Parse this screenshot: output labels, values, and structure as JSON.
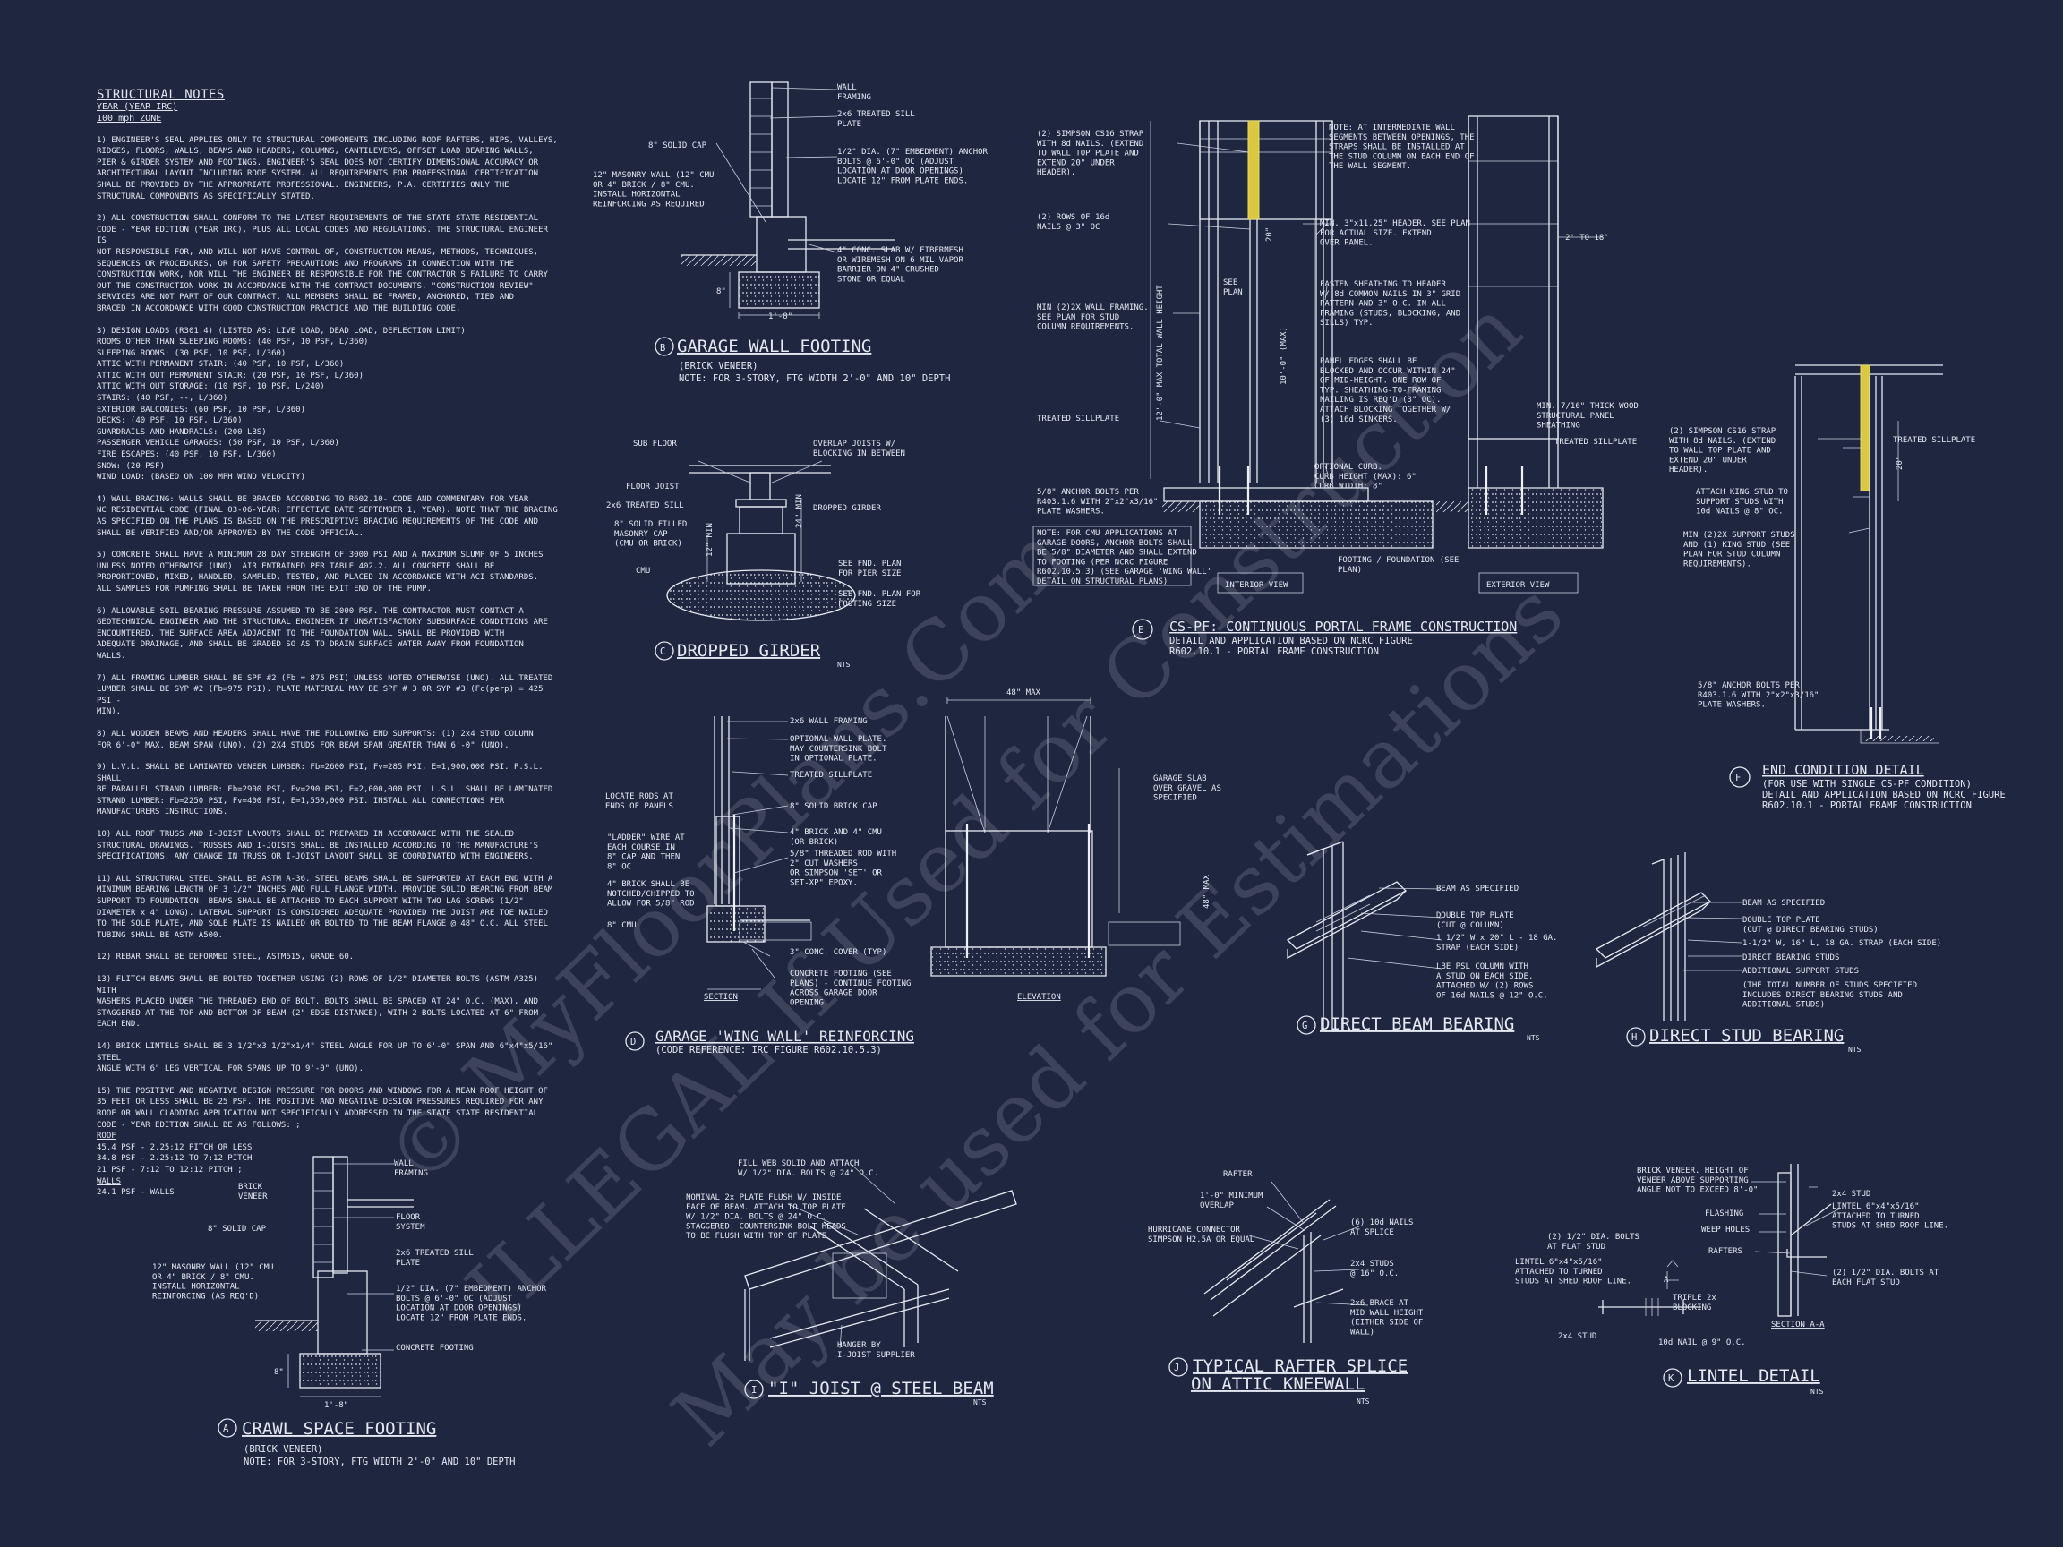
{
  "notes": {
    "title": "STRUCTURAL NOTES",
    "subtitle1": "YEAR (YEAR IRC)",
    "subtitle2": "100 mph ZONE",
    "paragraphs": [
      "1) ENGINEER'S SEAL APPLIES ONLY TO STRUCTURAL COMPONENTS INCLUDING ROOF RAFTERS, HIPS, VALLEYS,\nRIDGES, FLOORS, WALLS, BEAMS AND HEADERS, COLUMNS, CANTILEVERS, OFFSET LOAD BEARING WALLS,\nPIER & GIRDER SYSTEM AND FOOTINGS. ENGINEER'S SEAL DOES NOT CERTIFY DIMENSIONAL ACCURACY OR\nARCHITECTURAL LAYOUT INCLUDING ROOF SYSTEM. ALL REQUIREMENTS FOR PROFESSIONAL CERTIFICATION\nSHALL BE PROVIDED BY THE APPROPRIATE PROFESSIONAL. ENGINEERS, P.A. CERTIFIES ONLY THE\nSTRUCTURAL COMPONENTS AS SPECIFICALLY STATED.",
      "2) ALL CONSTRUCTION SHALL CONFORM TO THE LATEST REQUIREMENTS OF THE STATE STATE RESIDENTIAL\nCODE - YEAR EDITION (YEAR IRC), PLUS ALL LOCAL CODES AND REGULATIONS. THE STRUCTURAL ENGINEER IS\nNOT RESPONSIBLE FOR, AND WILL NOT HAVE CONTROL OF, CONSTRUCTION MEANS, METHODS, TECHNIQUES,\nSEQUENCES OR PROCEDURES, OR FOR SAFETY PRECAUTIONS AND PROGRAMS IN CONNECTION WITH THE\nCONSTRUCTION WORK, NOR WILL THE ENGINEER BE RESPONSIBLE FOR THE CONTRACTOR'S FAILURE TO CARRY\nOUT THE CONSTRUCTION WORK IN ACCORDANCE WITH THE CONTRACT DOCUMENTS. \"CONSTRUCTION REVIEW\"\nSERVICES ARE NOT PART OF OUR CONTRACT. ALL MEMBERS SHALL BE FRAMED, ANCHORED, TIED AND\nBRACED IN ACCORDANCE WITH GOOD CONSTRUCTION PRACTICE AND THE BUILDING CODE.",
      "3) DESIGN LOADS (R301.4) (LISTED AS: LIVE LOAD, DEAD LOAD, DEFLECTION LIMIT)\nROOMS OTHER THAN SLEEPING ROOMS: (40 PSF, 10 PSF, L/360)\nSLEEPING ROOMS: (30 PSF, 10 PSF, L/360)\nATTIC WITH PERMANENT STAIR: (40 PSF, 10 PSF, L/360)\nATTIC WITH OUT PERMANENT STAIR: (20 PSF, 10 PSF, L/360)\nATTIC WITH OUT STORAGE: (10 PSF, 10 PSF, L/240)\nSTAIRS: (40 PSF, --, L/360)\nEXTERIOR BALCONIES: (60 PSF, 10 PSF, L/360)\nDECKS: (40 PSF, 10 PSF, L/360)\nGUARDRAILS AND HANDRAILS: (200 LBS)\nPASSENGER VEHICLE GARAGES: (50 PSF, 10 PSF, L/360)\nFIRE ESCAPES: (40 PSF, 10 PSF, L/360)\nSNOW: (20 PSF)\nWIND LOAD: (BASED ON 100 MPH WIND VELOCITY)",
      "4) WALL BRACING: WALLS SHALL BE BRACED ACCORDING TO R602.10- CODE AND COMMENTARY FOR YEAR\nNC RESIDENTIAL CODE (FINAL 03-06-YEAR; EFFECTIVE DATE SEPTEMBER 1, YEAR). NOTE THAT THE BRACING\nAS SPECIFIED ON THE PLANS IS BASED ON THE PRESCRIPTIVE BRACING REQUIREMENTS OF THE CODE AND\nSHALL BE VERIFIED AND/OR APPROVED BY THE CODE OFFICIAL.",
      "5) CONCRETE SHALL HAVE A MINIMUM 28 DAY STRENGTH OF 3000 PSI AND A MAXIMUM SLUMP OF 5 INCHES\nUNLESS NOTED OTHERWISE (UNO). AIR ENTRAINED PER TABLE 402.2. ALL CONCRETE SHALL BE\nPROPORTIONED, MIXED, HANDLED, SAMPLED, TESTED, AND PLACED IN ACCORDANCE WITH ACI STANDARDS.\nALL SAMPLES FOR PUMPING SHALL BE TAKEN FROM THE EXIT END OF THE PUMP.",
      "6) ALLOWABLE SOIL BEARING PRESSURE ASSUMED TO BE 2000 PSF. THE CONTRACTOR MUST CONTACT A\nGEOTECHNICAL ENGINEER AND THE STRUCTURAL ENGINEER IF UNSATISFACTORY SUBSURFACE CONDITIONS ARE\nENCOUNTERED. THE SURFACE AREA ADJACENT TO THE FOUNDATION WALL SHALL BE PROVIDED WITH\nADEQUATE DRAINAGE, AND SHALL BE GRADED SO AS TO DRAIN SURFACE WATER AWAY FROM FOUNDATION\nWALLS.",
      "7) ALL FRAMING LUMBER SHALL BE SPF #2 (Fb = 875 PSI) UNLESS NOTED OTHERWISE (UNO). ALL TREATED\nLUMBER SHALL BE SYP #2 (Fb=975 PSI). PLATE MATERIAL MAY BE SPF # 3 OR SYP #3 (Fc(perp) = 425 PSI -\nMIN).",
      "8) ALL WOODEN BEAMS AND HEADERS SHALL HAVE THE FOLLOWING END SUPPORTS: (1) 2x4 STUD COLUMN\nFOR 6'-0\" MAX. BEAM SPAN (UNO), (2) 2X4 STUDS FOR BEAM SPAN GREATER THAN 6'-0\" (UNO).",
      "9) L.V.L. SHALL BE LAMINATED VENEER LUMBER: Fb=2600 PSI, Fv=285 PSI, E=1,900,000 PSI. P.S.L. SHALL\nBE PARALLEL STRAND LUMBER: Fb=2900 PSI, Fv=290 PSI, E=2,000,000 PSI. L.S.L. SHALL BE LAMINATED\nSTRAND LUMBER: Fb=2250 PSI, Fv=400 PSI, E=1,550,000 PSI. INSTALL ALL CONNECTIONS PER\nMANUFACTURERS INSTRUCTIONS.",
      "10) ALL ROOF TRUSS AND I-JOIST LAYOUTS SHALL BE PREPARED IN ACCORDANCE WITH THE SEALED\nSTRUCTURAL DRAWINGS. TRUSSES AND I-JOISTS SHALL BE INSTALLED ACCORDING TO THE MANUFACTURE'S\nSPECIFICATIONS. ANY CHANGE IN TRUSS OR I-JOIST LAYOUT SHALL BE COORDINATED WITH ENGINEERS.",
      "11) ALL STRUCTURAL STEEL SHALL BE ASTM A-36. STEEL BEAMS SHALL BE SUPPORTED AT EACH END WITH A\nMINIMUM BEARING LENGTH OF 3 1/2\" INCHES AND FULL FLANGE WIDTH. PROVIDE SOLID BEARING FROM BEAM\nSUPPORT TO FOUNDATION. BEAMS SHALL BE ATTACHED TO EACH SUPPORT WITH TWO LAG SCREWS (1/2\"\nDIAMETER x 4\" LONG). LATERAL SUPPORT IS CONSIDERED ADEQUATE PROVIDED THE JOIST ARE TOE NAILED\nTO THE SOLE PLATE, AND SOLE PLATE IS NAILED OR BOLTED TO THE BEAM FLANGE @ 48\" O.C. ALL STEEL\nTUBING SHALL BE ASTM A500.",
      "12) REBAR SHALL BE DEFORMED STEEL, ASTM615, GRADE 60.",
      "13) FLITCH BEAMS SHALL BE BOLTED TOGETHER USING (2) ROWS OF 1/2\" DIAMETER BOLTS (ASTM A325) WITH\nWASHERS PLACED UNDER THE THREADED END OF BOLT. BOLTS SHALL BE SPACED AT 24\" O.C. (MAX), AND\nSTAGGERED AT THE TOP AND BOTTOM OF BEAM (2\" EDGE DISTANCE), WITH 2 BOLTS LOCATED AT 6\" FROM\nEACH END.",
      "14) BRICK LINTELS SHALL BE 3 1/2\"x3 1/2\"x1/4\" STEEL ANGLE FOR UP TO 6'-0\" SPAN AND 6\"x4\"x5/16\" STEEL\nANGLE WITH 6\" LEG VERTICAL FOR SPANS UP TO 9'-0\" (UNO).",
      "15) THE POSITIVE AND NEGATIVE DESIGN PRESSURE FOR DOORS AND WINDOWS FOR A MEAN ROOF HEIGHT OF\n35 FEET OR LESS SHALL BE 25 PSF. THE POSITIVE AND NEGATIVE DESIGN PRESSURES REQUIRED FOR ANY\nROOF OR WALL CLADDING APPLICATION NOT SPECIFICALLY ADDRESSED IN THE STATE STATE RESIDENTIAL\nCODE - YEAR EDITION SHALL BE AS FOLLOWS: ;"
    ],
    "roof_heading": "ROOF",
    "roof_lines": "45.4 PSF - 2.25:12 PITCH OR LESS\n34.8 PSF - 2.25:12 TO 7:12 PITCH\n21 PSF - 7:12 TO 12:12 PITCH ;",
    "walls_heading": "WALLS",
    "walls_lines": "24.1 PSF - WALLS"
  },
  "details": {
    "A": {
      "letter": "A",
      "title": "CRAWL SPACE FOOTING",
      "sub": "(BRICK VENEER)",
      "note": "NOTE: FOR 3-STORY, FTG WIDTH 2'-0\" AND 10\" DEPTH",
      "labels": {
        "wall_framing": "WALL\nFRAMING",
        "brick_veneer": "BRICK\nVENEER",
        "floor_system": "FLOOR\nSYSTEM",
        "solid_cap": "8\" SOLID CAP",
        "sill": "2x6 TREATED SILL\nPLATE",
        "masonry": "12\" MASONRY WALL (12\" CMU\nOR 4\" BRICK / 8\" CMU.\nINSTALL HORIZONTAL\nREINFORCING (AS REQ'D)",
        "anchor": "1/2\" DIA. (7\" EMBEDMENT) ANCHOR\nBOLTS @ 6'-0\" OC (ADJUST\nLOCATION AT DOOR OPENINGS)\nLOCATE 12\" FROM PLATE ENDS.",
        "footing": "CONCRETE FOOTING",
        "dim_w": "1'-8\"",
        "dim_h": "8\""
      }
    },
    "B": {
      "letter": "B",
      "title": "GARAGE WALL FOOTING",
      "sub": "(BRICK VENEER)",
      "note": "NOTE: FOR 3-STORY, FTG WIDTH 2'-0\" AND 10\" DEPTH",
      "labels": {
        "wall_framing": "WALL\nFRAMING",
        "solid_cap": "8\" SOLID CAP",
        "sill": "2x6 TREATED SILL\nPLATE",
        "masonry": "12\" MASONRY WALL (12\" CMU\nOR 4\" BRICK / 8\" CMU.\nINSTALL HORIZONTAL\nREINFORCING AS REQUIRED",
        "anchor": "1/2\" DIA. (7\" EMBEDMENT) ANCHOR\nBOLTS @ 6'-0\" OC (ADJUST\nLOCATION AT DOOR OPENINGS)\nLOCATE 12\" FROM PLATE ENDS.",
        "slab": "4\" CONC. SLAB W/ FIBERMESH\nOR WIREMESH ON 6 MIL VAPOR\nBARRIER ON 4\" CRUSHED\nSTONE OR EQUAL",
        "dim_w": "1'-8\"",
        "dim_h": "8\""
      }
    },
    "C": {
      "letter": "C",
      "title": "DROPPED GIRDER",
      "nts": "NTS",
      "labels": {
        "sub_floor": "SUB FLOOR",
        "floor_joist": "FLOOR JOIST",
        "sill": "2x6 TREATED SILL",
        "masonry_cap": "8\" SOLID FILLED\nMASONRY CAP\n(CMU OR BRICK)",
        "cmu": "CMU",
        "overlap": "OVERLAP JOISTS W/\nBLOCKING IN BETWEEN",
        "girder": "DROPPED GIRDER",
        "pier": "SEE FND. PLAN\nFOR PIER SIZE",
        "footing": "SEE FND. PLAN FOR\nFOOTING SIZE",
        "dim1": "24\" MIN",
        "dim2": "12\" MIN"
      }
    },
    "D": {
      "letter": "D",
      "title": "GARAGE 'WING WALL' REINFORCING",
      "sub": "(CODE REFERENCE: IRC FIGURE R602.10.5.3)",
      "labels": {
        "wall_framing": "2x6 WALL FRAMING",
        "optional_plate": "OPTIONAL WALL PLATE.\nMAY COUNTERSINK BOLT\nIN OPTIONAL PLATE.",
        "sillplate": "TREATED SILLPLATE",
        "brick_cap": "8\" SOLID BRICK CAP",
        "brick_cmu": "4\" BRICK AND 4\" CMU\n(OR BRICK)",
        "rod": "5/8\" THREADED ROD WITH\n2\" CUT WASHERS\nOR SIMPSON 'SET' OR\nSET-XP\" EPOXY.",
        "cover": "3\" CONC. COVER (TYP)",
        "footing": "CONCRETE FOOTING (SEE\nPLANS) - CONTINUE FOOTING\nACROSS GARAGE DOOR\nOPENING",
        "locate": "LOCATE RODS AT\nENDS OF PANELS",
        "ladder": "\"LADDER\" WIRE AT\nEACH COURSE IN\n8\" CAP AND THEN\n8\" OC",
        "notched": "4\" BRICK SHALL BE\nNOTCHED/CHIPPED TO\nALLOW FOR 5/8\" ROD",
        "cmu": "8\" CMU",
        "slab": "GARAGE SLAB\nOVER GRAVEL AS\nSPECIFIED",
        "max48": "48\" MAX",
        "max48b": "48\" MAX",
        "section": "SECTION",
        "elevation": "ELEVATION"
      }
    },
    "E": {
      "letter": "E",
      "title": "CS-PF: CONTINUOUS PORTAL FRAME CONSTRUCTION",
      "sub1": "DETAIL AND APPLICATION BASED ON NCRC FIGURE",
      "sub2": "R602.10.1 - PORTAL FRAME CONSTRUCTION",
      "labels": {
        "strap": "(2) SIMPSON CS16 STRAP\nWITH 8d NAILS. (EXTEND\nTO WALL TOP PLATE AND\nEXTEND 20\" UNDER\nHEADER).",
        "rows": "(2) ROWS OF 16d\nNAILS @ 3\" OC",
        "min_framing": "MIN (2)2X WALL FRAMING.\nSEE PLAN FOR STUD\nCOLUMN REQUIREMENTS.",
        "sillplate": "TREATED SILLPLATE",
        "anchor": "5/8\" ANCHOR BOLTS PER\nR403.1.6 WITH 2\"x2\"x3/16\"\nPLATE WASHERS.",
        "cmu_note": "NOTE: FOR CMU APPLICATIONS AT\nGARAGE DOORS, ANCHOR BOLTS SHALL\nBE 5/8\" DIAMETER AND SHALL EXTEND\nTO FOOTING (PER NCRC FIGURE\nR602.10.5.3) (SEE GARAGE 'WING WALL'\nDETAIL ON STRUCTURAL PLANS)",
        "intermediate": "NOTE: AT INTERMEDIATE WALL\nSEGMENTS BETWEEN OPENINGS, THE\nSTRAPS SHALL BE INSTALLED AT\nTHE STUD COLUMN ON EACH END OF\nTHE WALL SEGMENT.",
        "header": "MIN. 3\"x11.25\" HEADER. SEE PLAN\nFOR ACTUAL SIZE. EXTEND\nOVER PANEL.",
        "fasten": "FASTEN SHEATHING TO HEADER\nW/ 8d COMMON NAILS IN 3\" GRID\nPATTERN AND 3\" O.C. IN ALL\nFRAMING (STUDS, BLOCKING, AND\nSILLS) TYP.",
        "panel": "PANEL EDGES SHALL BE\nBLOCKED AND OCCUR WITHIN 24\"\nOF MID-HEIGHT. ONE ROW OF\nTYP. SHEATHING-TO-FRAMING\nNAILING IS REQ'D (3\" OC).\nATTACH BLOCKING TOGETHER W/\n(3) 16d SINKERS.",
        "sheathing": "MIN. 7/16\" THICK WOOD\nSTRUCTURAL PANEL\nSHEATHING",
        "sillplate2": "TREATED SILLPLATE",
        "curb": "OPTIONAL CURB.\nCURB HEIGHT (MAX): 6\"\nCURB WIDTH: 8\"",
        "footing": "FOOTING / FOUNDATION (SEE\nPLAN)",
        "see_plan": "SEE\nPLAN",
        "dim20": "20\"",
        "dim_total": "12'-0\" MAX TOTAL WALL HEIGHT",
        "dim_10": "10'-0\" (MAX)",
        "dim_2to18": "2' TO 18'",
        "interior": "INTERIOR VIEW",
        "exterior": "EXTERIOR VIEW"
      }
    },
    "F": {
      "letter": "F",
      "title": "END CONDITION DETAIL",
      "sub1": "(FOR USE WITH SINGLE CS-PF CONDITION)",
      "sub2": "DETAIL AND APPLICATION BASED ON NCRC FIGURE",
      "sub3": "R602.10.1 - PORTAL FRAME CONSTRUCTION",
      "labels": {
        "strap": "(2) SIMPSON CS16 STRAP\nWITH 8d NAILS. (EXTEND\nTO WALL TOP PLATE AND\nEXTEND 20\" UNDER\nHEADER).",
        "attach": "ATTACH KING STUD TO\nSUPPORT STUDS WITH\n10d NAILS @ 8\" OC.",
        "min_support": "MIN (2)2X SUPPORT STUDS\nAND (1) KING STUD (SEE\nPLAN FOR STUD COLUMN\nREQUIREMENTS).",
        "sillplate": "TREATED SILLPLATE",
        "anchor": "5/8\" ANCHOR BOLTS PER\nR403.1.6 WITH 2\"x2\"x3/16\"\nPLATE WASHERS.",
        "dim20": "20\""
      }
    },
    "G": {
      "letter": "G",
      "title": "DIRECT BEAM BEARING",
      "nts": "NTS",
      "labels": {
        "beam": "BEAM AS SPECIFIED",
        "double": "DOUBLE TOP PLATE\n(CUT @ COLUMN)",
        "strap": "1 1/2\" W x 20\" L - 18 GA.\nSTRAP (EACH SIDE)",
        "column": "LBE PSL COLUMN WITH\nA STUD ON EACH SIDE.\nATTACHED W/ (2) ROWS\nOF 16d NAILS @ 12\" O.C."
      }
    },
    "H": {
      "letter": "H",
      "title": "DIRECT STUD BEARING",
      "nts": "NTS",
      "labels": {
        "beam": "BEAM AS SPECIFIED",
        "double": "DOUBLE TOP PLATE\n(CUT @ DIRECT BEARING STUDS)",
        "strap": "1-1/2\" W, 16\" L, 18 GA. STRAP (EACH SIDE)",
        "direct": "DIRECT BEARING STUDS",
        "additional": "ADDITIONAL SUPPORT STUDS",
        "total": "(THE TOTAL NUMBER OF STUDS SPECIFIED\nINCLUDES DIRECT BEARING STUDS AND\nADDITIONAL STUDS)"
      }
    },
    "I": {
      "letter": "I",
      "title": "\"I\" JOIST @ STEEL BEAM",
      "nts": "NTS",
      "labels": {
        "fill": "FILL WEB SOLID AND ATTACH\nW/ 1/2\" DIA. BOLTS @ 24\" O.C.",
        "nominal": "NOMINAL 2x PLATE FLUSH W/ INSIDE\nFACE OF BEAM. ATTACH TO TOP PLATE\nW/ 1/2\" DIA. BOLTS @ 24\" O.C.\nSTAGGERED. COUNTERSINK BOLT HEADS\nTO BE FLUSH WITH TOP OF PLATE",
        "hanger": "HANGER BY\nI-JOIST SUPPLIER"
      }
    },
    "J": {
      "letter": "J",
      "title1": "TYPICAL RAFTER SPLICE",
      "title2": "ON ATTIC KNEEWALL",
      "nts": "NTS",
      "labels": {
        "rafter": "RAFTER",
        "overlap": "1'-0\" MINIMUM\nOVERLAP",
        "connector": "HURRICANE CONNECTOR\nSIMPSON H2.5A OR EQUAL",
        "nails": "(6) 10d NAILS\nAT SPLICE",
        "studs": "2x4 STUDS\n@ 16\" O.C.",
        "brace": "2x6 BRACE AT\nMID WALL HEIGHT\n(EITHER SIDE OF\nWALL)"
      }
    },
    "K": {
      "letter": "K",
      "title": "LINTEL DETAIL",
      "nts": "NTS",
      "labels": {
        "veneer": "BRICK VENEER. HEIGHT OF\nVENEER ABOVE SUPPORTING\nANGLE NOT TO EXCEED 8'-0\"",
        "flashing": "FLASHING",
        "weep": "WEEP HOLES",
        "rafters": "RAFTERS",
        "bolts": "(2) 1/2\" DIA. BOLTS\nAT FLAT STUD",
        "lintel": "LINTEL 6\"x4\"x5/16\"\nATTACHED TO TURNED\nSTUDS AT SHED ROOF LINE.",
        "triple": "TRIPLE 2x\nBLOCKING",
        "stud": "2x4 STUD",
        "nail": "10d NAIL @ 9\" O.C.",
        "stud2": "2x4 STUD",
        "lintel2": "LINTEL 6\"x4\"x5/16\"\nATTACHED TO TURNED\nSTUDS AT SHED ROOF LINE.",
        "bolts2": "(2) 1/2\" DIA. BOLTS AT\nEACH FLAT STUD",
        "section": "SECTION A-A",
        "a": "A"
      }
    }
  },
  "watermark": {
    "line1": "© MyFloorPlans.Com",
    "line2": "ILLEGAL If Used for Construction",
    "line3": "May be used for Estimations"
  },
  "colors": {
    "background": "#1f2740",
    "linework": "#e7eaf2",
    "highlight": "#d9c840"
  }
}
